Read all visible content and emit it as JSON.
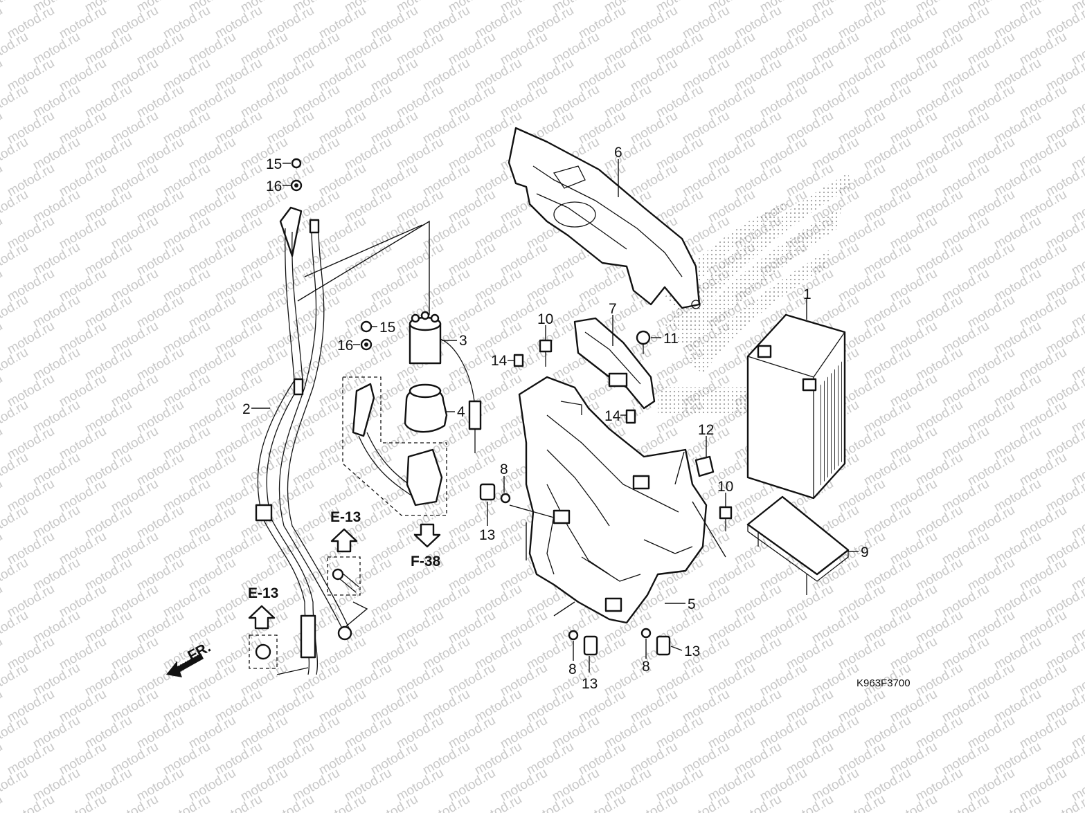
{
  "watermark": "motod.ru",
  "diagram_code": "K963F3700",
  "front_indicator": "FR.",
  "callouts": [
    {
      "id": "c1",
      "text": "1"
    },
    {
      "id": "c2",
      "text": "2"
    },
    {
      "id": "c3",
      "text": "3"
    },
    {
      "id": "c4",
      "text": "4"
    },
    {
      "id": "c5",
      "text": "5"
    },
    {
      "id": "c6",
      "text": "6"
    },
    {
      "id": "c7",
      "text": "7"
    },
    {
      "id": "c8a",
      "text": "8"
    },
    {
      "id": "c8b",
      "text": "8"
    },
    {
      "id": "c8c",
      "text": "8"
    },
    {
      "id": "c9",
      "text": "9"
    },
    {
      "id": "c10a",
      "text": "10"
    },
    {
      "id": "c10b",
      "text": "10"
    },
    {
      "id": "c11",
      "text": "11"
    },
    {
      "id": "c12",
      "text": "12"
    },
    {
      "id": "c13a",
      "text": "13"
    },
    {
      "id": "c13b",
      "text": "13"
    },
    {
      "id": "c13c",
      "text": "13"
    },
    {
      "id": "c14a",
      "text": "14"
    },
    {
      "id": "c14b",
      "text": "14"
    },
    {
      "id": "c15a",
      "text": "15"
    },
    {
      "id": "c15b",
      "text": "15"
    },
    {
      "id": "c16a",
      "text": "16"
    },
    {
      "id": "c16b",
      "text": "16"
    }
  ],
  "section_refs": [
    {
      "id": "r1",
      "text": "E-13"
    },
    {
      "id": "r2",
      "text": "E-13"
    },
    {
      "id": "r3",
      "text": "F-38"
    }
  ]
}
